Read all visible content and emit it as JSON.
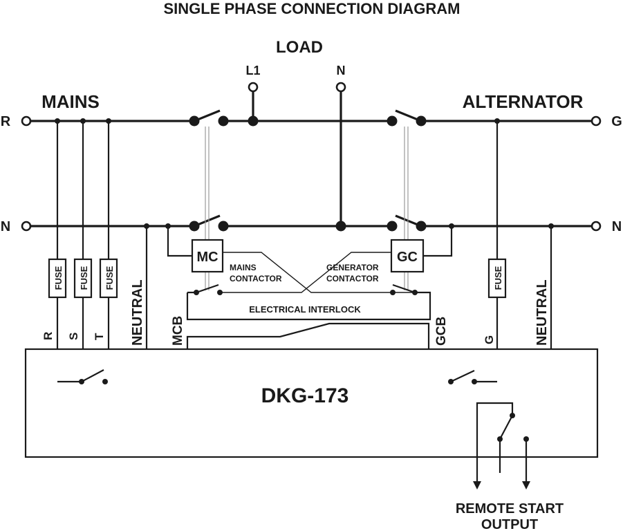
{
  "title": "SINGLE PHASE CONNECTION DIAGRAM",
  "load": {
    "label": "LOAD",
    "l1_label": "L1",
    "n_label": "N"
  },
  "mains": {
    "label": "MAINS",
    "r_terminal": "R",
    "n_terminal": "N"
  },
  "alternator": {
    "label": "ALTERNATOR",
    "g_terminal": "G",
    "n_terminal": "N"
  },
  "fuses": {
    "label": "FUSE"
  },
  "contactors": {
    "mc_label": "MC",
    "gc_label": "GC",
    "mains_line1": "MAINS",
    "mains_line2": "CONTACTOR",
    "generator_line1": "GENERATOR",
    "generator_line2": "CONTACTOR",
    "interlock": "ELECTRICAL INTERLOCK"
  },
  "controller": {
    "name": "DKG-173",
    "terminals": {
      "r": "R",
      "s": "S",
      "t": "T",
      "neutral_left": "NEUTRAL",
      "mcb": "MCB",
      "gcb": "GCB",
      "g": "G",
      "neutral_right": "NEUTRAL"
    }
  },
  "remote_start": {
    "line1": "REMOTE START",
    "line2": "OUTPUT"
  }
}
